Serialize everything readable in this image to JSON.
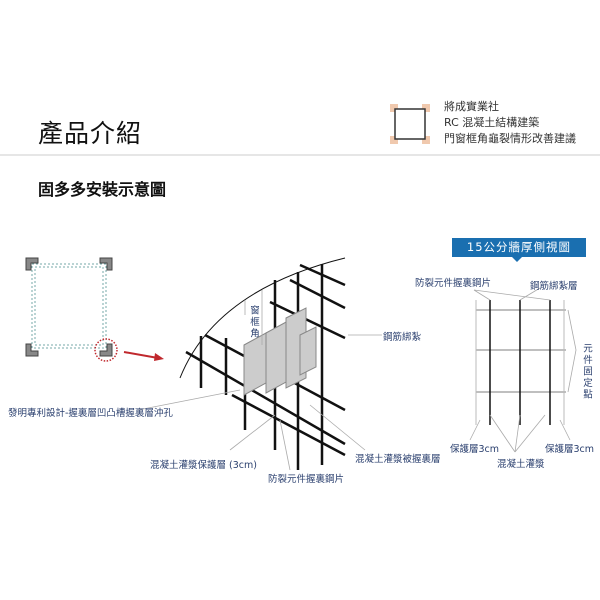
{
  "header": {
    "title": "產品介紹",
    "company": [
      "將成實業社",
      "RC 混凝土結構建築",
      "門窗框角龜裂情形改善建議"
    ]
  },
  "section": {
    "subtitle": "固多多安裝示意圖"
  },
  "diagram": {
    "window_corner": "窗框角",
    "rebar_tie": "鋼筋綁紮",
    "patent": "發明專利設計-握裏層凹凸槽握裏層沖孔",
    "protect_layer": "混凝土灌漿保護層 (3cm)",
    "steel_plate": "防裂元件握裏鋼片",
    "grip_layer": "混凝土灌漿被握裏層"
  },
  "side_view": {
    "banner": "15公分牆厚側視圖",
    "steel_plate": "防裂元件握裏鋼片",
    "rebar_layer": "鋼筋綁紮層",
    "fix_point": "元件固定點",
    "protect_left": "保護層3cm",
    "protect_right": "保護層3cm",
    "concrete": "混凝土灌漿"
  },
  "colors": {
    "banner": "#1a6fb0",
    "label": "#2a3f6e",
    "arrow": "#c0282d"
  }
}
